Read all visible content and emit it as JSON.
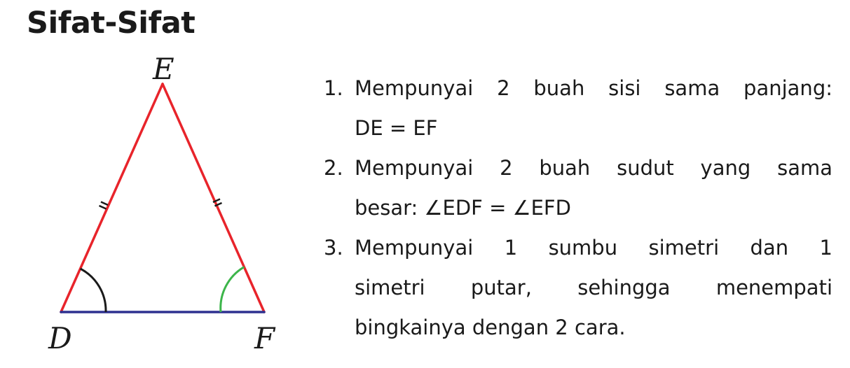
{
  "title": "Sifat-Sifat",
  "triangle": {
    "vertices": {
      "top": "E",
      "bottom_left": "D",
      "bottom_right": "F"
    },
    "colors": {
      "equal_sides": "#e8242b",
      "base": "#2e3190",
      "angle_d_arc": "#1a1a1a",
      "angle_f_arc": "#3cb54a",
      "tick_marks": "#1a1a1a"
    }
  },
  "properties": [
    {
      "number": "1.",
      "lines": [
        "Mempunyai 2 buah sisi sama panjang:",
        "DE = EF"
      ]
    },
    {
      "number": "2.",
      "lines": [
        "Mempunyai 2 buah sudut yang sama",
        "besar: ∠EDF = ∠EFD"
      ]
    },
    {
      "number": "3.",
      "lines": [
        "Mempunyai 1 sumbu simetri dan 1",
        "simetri putar, sehingga menempati",
        "bingkainya dengan 2 cara."
      ]
    }
  ]
}
